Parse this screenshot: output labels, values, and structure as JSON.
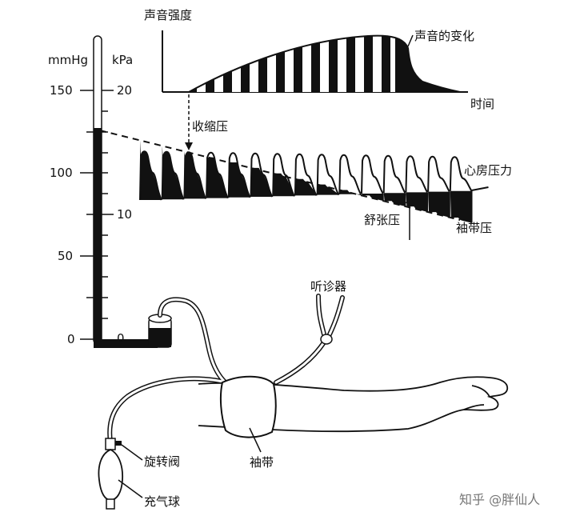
{
  "gauge": {
    "unit_left": "mmHg",
    "unit_right": "kPa",
    "ticks_mmhg": [
      "150",
      "100",
      "50",
      "0"
    ],
    "ticks_kpa": [
      "20",
      "10",
      "0"
    ]
  },
  "sound_graph": {
    "y_label": "声音强度",
    "x_label": "时间",
    "curve_label": "声音的变化"
  },
  "pressure_labels": {
    "systolic": "收缩压",
    "diastolic": "舒张压",
    "cuff": "袖带压",
    "atrial": "心房压力"
  },
  "device_labels": {
    "stethoscope": "听诊器",
    "cuff_band": "袖带",
    "valve": "旋转阀",
    "bulb": "充气球"
  },
  "watermark": "知乎 @胖仙人"
}
